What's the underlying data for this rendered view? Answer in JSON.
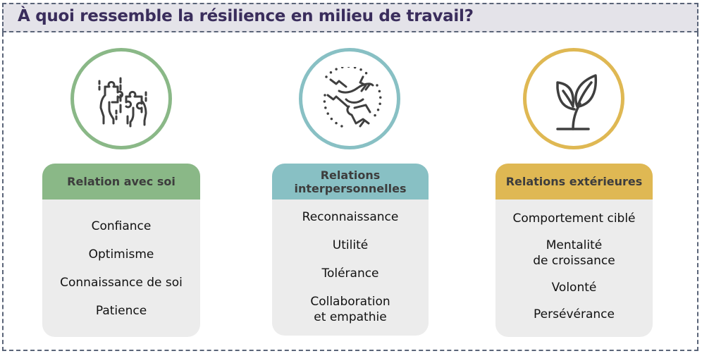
{
  "title": "À quoi ressemble la résilience en milieu de travail?",
  "colors": {
    "title_text": "#3a2d5c",
    "title_bg": "#e4e3e9",
    "border": "#5a6478",
    "green": "#8ab887",
    "teal": "#88c0c4",
    "gold": "#dfb853",
    "card_bg": "#ececec",
    "icon_stroke": "#3f3f3f"
  },
  "columns": [
    {
      "icon": "puzzle-hands-icon",
      "header": "Relation avec soi",
      "items": [
        "Confiance",
        "Optimisme",
        "Connaissance de soi",
        "Patience"
      ]
    },
    {
      "icon": "joined-hands-icon",
      "header": "Relations\ninterpersonnelles",
      "items": [
        "Reconnaissance",
        "Utilité",
        "Tolérance",
        "Collaboration\net empathie"
      ]
    },
    {
      "icon": "sprout-icon",
      "header": "Relations extérieures",
      "items": [
        "Comportement ciblé",
        "Mentalité\nde croissance",
        "Volonté",
        "Persévérance"
      ]
    }
  ]
}
